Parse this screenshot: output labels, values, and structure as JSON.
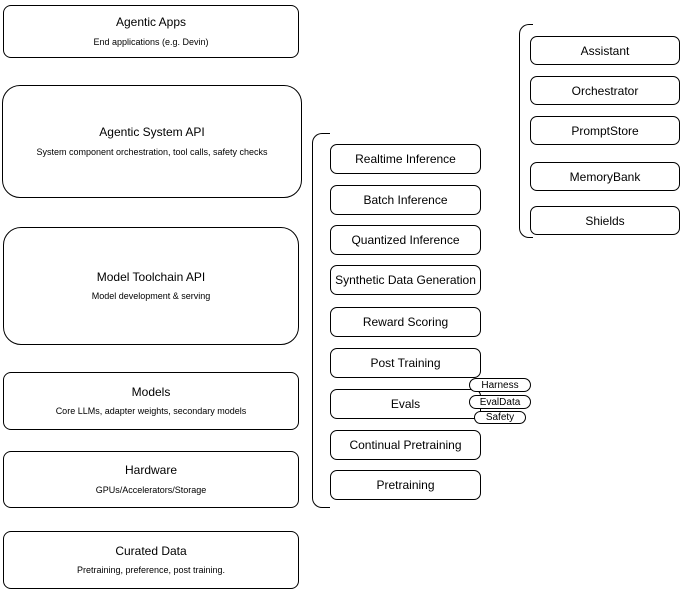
{
  "left_stack": [
    {
      "title": "Agentic Apps",
      "subtitle": "End applications (e.g. Devin)"
    },
    {
      "title": "Agentic System API",
      "subtitle": "System component orchestration, tool calls, safety checks"
    },
    {
      "title": "Model Toolchain API",
      "subtitle": "Model development & serving"
    },
    {
      "title": "Models",
      "subtitle": "Core LLMs, adapter weights, secondary models"
    },
    {
      "title": "Hardware",
      "subtitle": "GPUs/Accelerators/Storage"
    },
    {
      "title": "Curated Data",
      "subtitle": "Pretraining, preference, post training."
    }
  ],
  "toolchain_items": [
    {
      "label": "Realtime Inference"
    },
    {
      "label": "Batch Inference"
    },
    {
      "label": "Quantized Inference"
    },
    {
      "label": "Synthetic Data Generation"
    },
    {
      "label": "Reward Scoring"
    },
    {
      "label": "Post Training"
    },
    {
      "label": "Evals"
    },
    {
      "label": "Continual Pretraining"
    },
    {
      "label": "Pretraining"
    }
  ],
  "evals_sub_items": [
    {
      "label": "Harness"
    },
    {
      "label": "EvalData"
    },
    {
      "label": "Safety"
    }
  ],
  "agentic_components": [
    {
      "label": "Assistant"
    },
    {
      "label": "Orchestrator"
    },
    {
      "label": "PromptStore"
    },
    {
      "label": "MemoryBank"
    },
    {
      "label": "Shields"
    }
  ],
  "colors": {
    "border": "#000000",
    "background": "#ffffff"
  }
}
